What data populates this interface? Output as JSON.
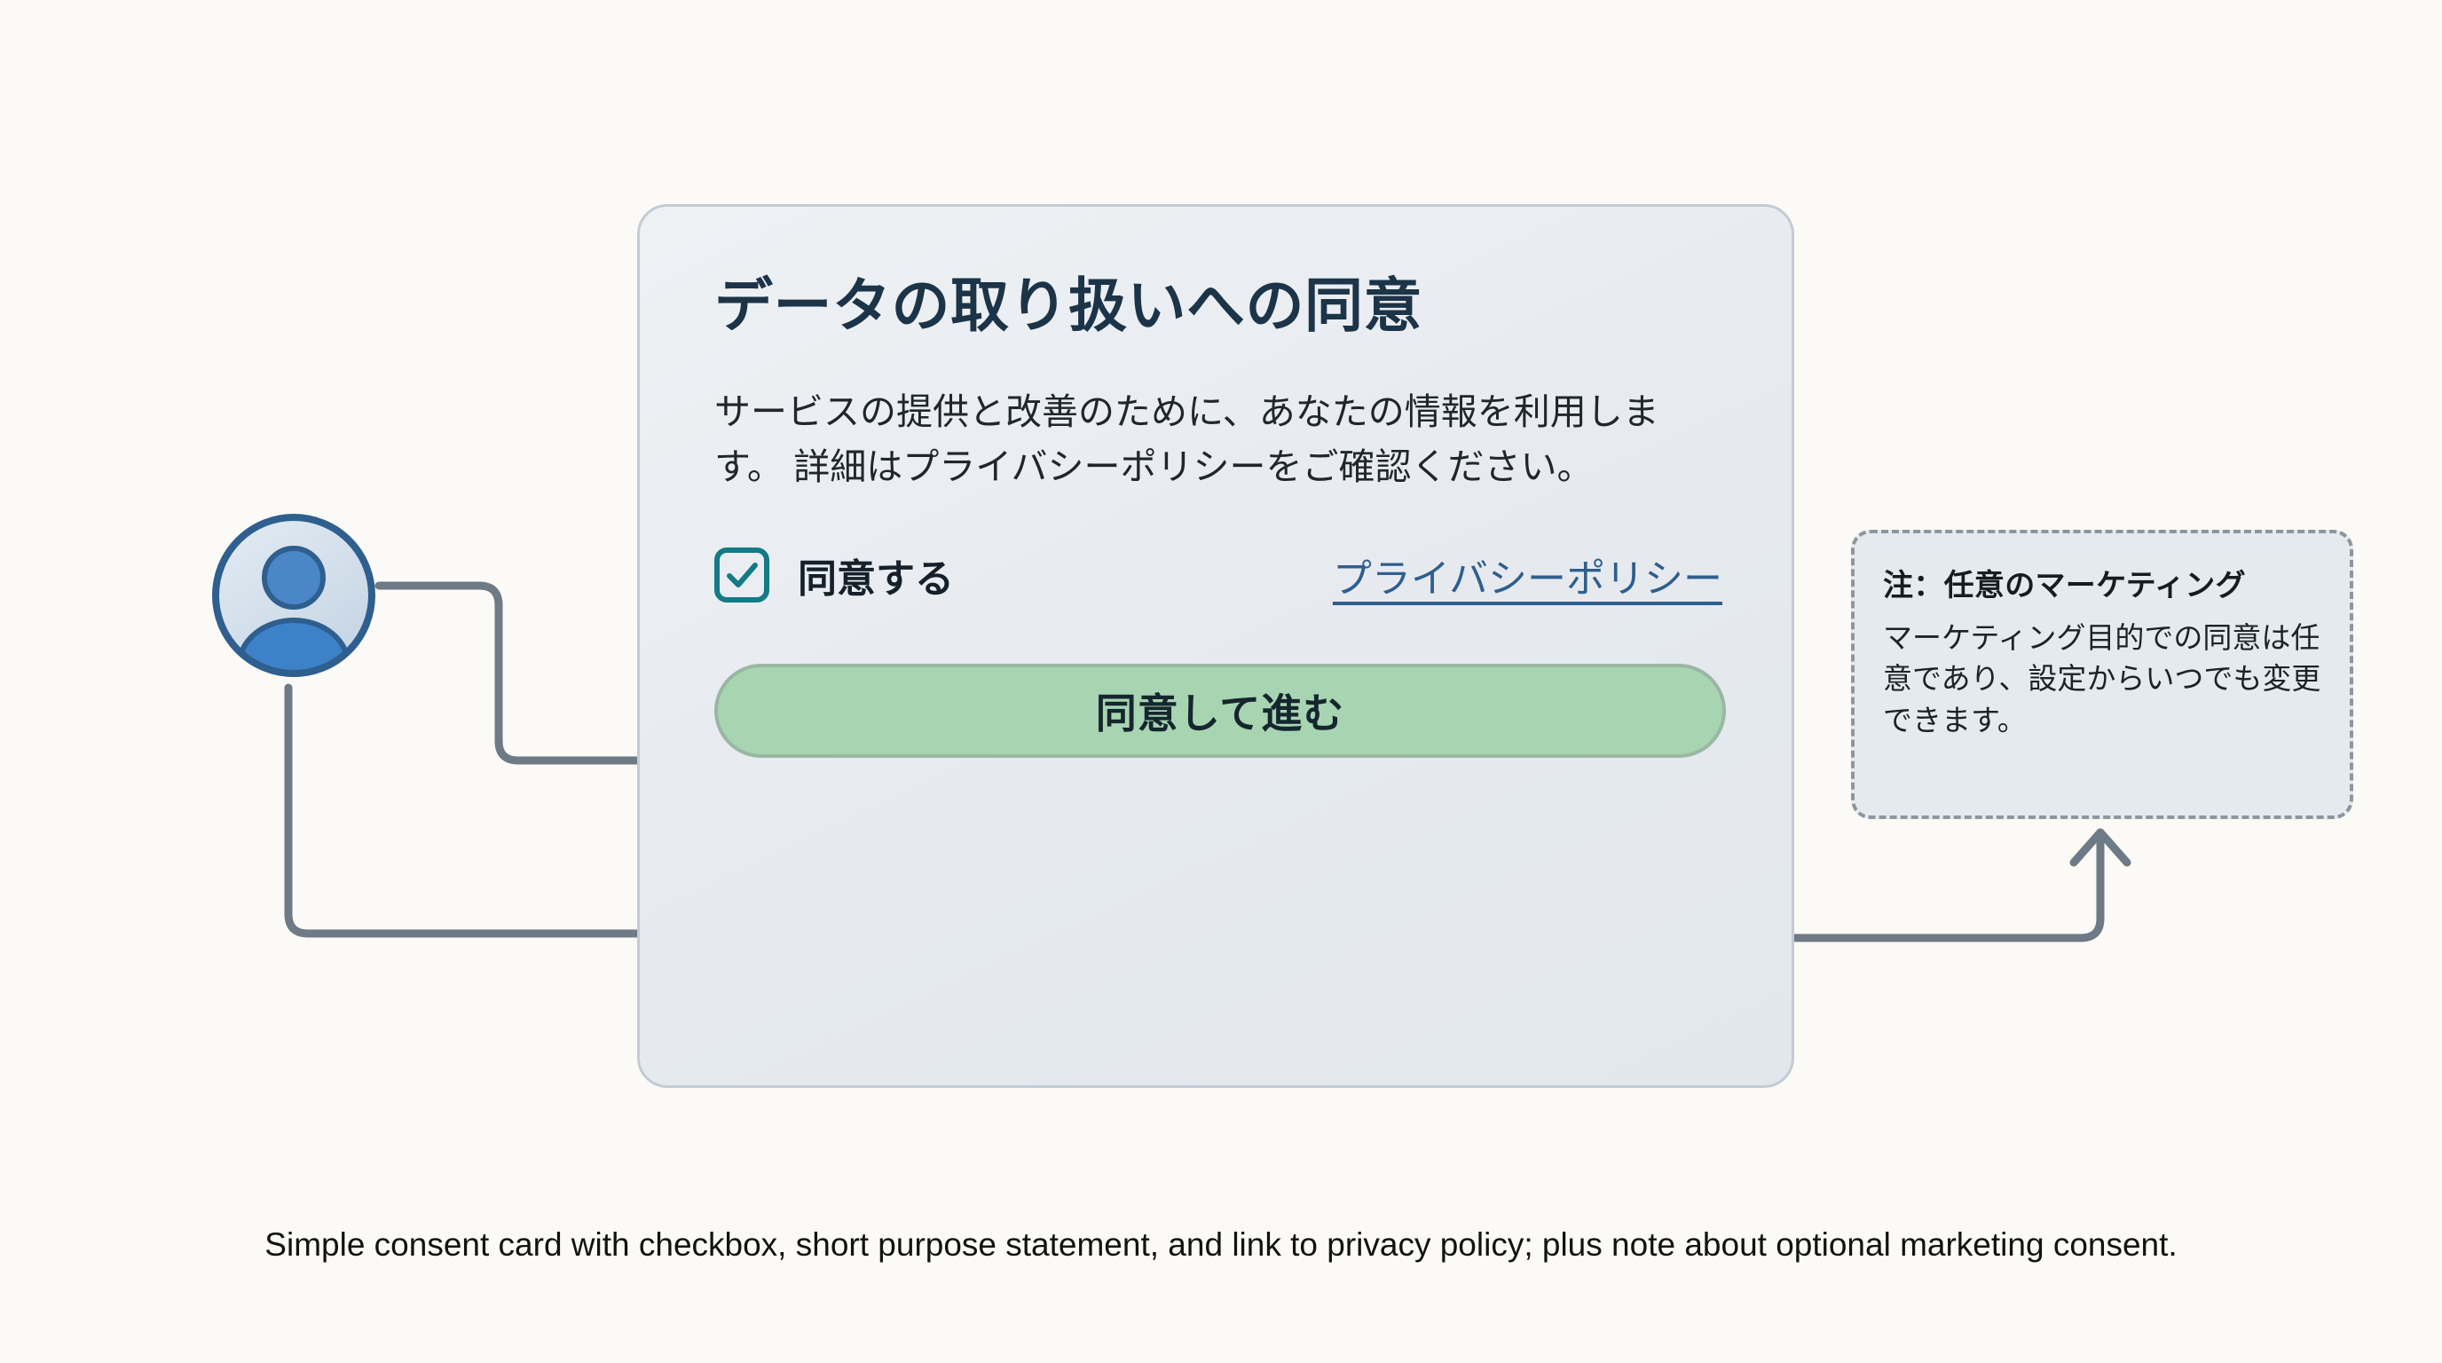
{
  "page": {
    "background_color": "#fbfaf6",
    "caption": "Simple consent card with checkbox, short purpose statement, and link to privacy policy; plus note about optional marketing consent."
  },
  "avatar": {
    "icon": "user-avatar-icon",
    "ring_color": "#2e5f8e",
    "face_color": "#4a86c8",
    "background_color": "#ccd9e6"
  },
  "card": {
    "title": "データの取り扱いへの同意",
    "body": "サービスの提供と改善のために、あなたの情報を利用します。 詳細はプライバシーポリシーをご確認ください。",
    "background_color": "#e8ecf0",
    "border_color": "#c3ccd4",
    "title_color": "#1c3448",
    "consent": {
      "checkbox_icon": "checkmark-icon",
      "checkbox_checked": true,
      "checkbox_color": "#137a86",
      "label": "同意する",
      "link_label": "プライバシーポリシー",
      "link_color": "#2e5f8e"
    },
    "primary_button": {
      "label": "同意して進む",
      "background_color": "#a7d5b2",
      "border_color": "#9ab7a3",
      "text_color": "#16262e"
    }
  },
  "note": {
    "title": "注：任意のマーケティング",
    "body": "マーケティング目的での同意は任意であり、設定からいつでも変更できます。",
    "background_color": "#e5eaee",
    "border_color": "#8d969e",
    "border_style": "dashed"
  },
  "connectors": {
    "line_color": "#6e7a85",
    "items": [
      {
        "name": "avatar-to-checkbox",
        "from": "avatar",
        "to": "consent-checkbox",
        "arrow": "right"
      },
      {
        "name": "avatar-to-button",
        "from": "avatar",
        "to": "primary-button",
        "arrow": "right"
      },
      {
        "name": "button-to-note",
        "from": "primary-button",
        "to": "note-box",
        "arrow": "up"
      }
    ]
  }
}
